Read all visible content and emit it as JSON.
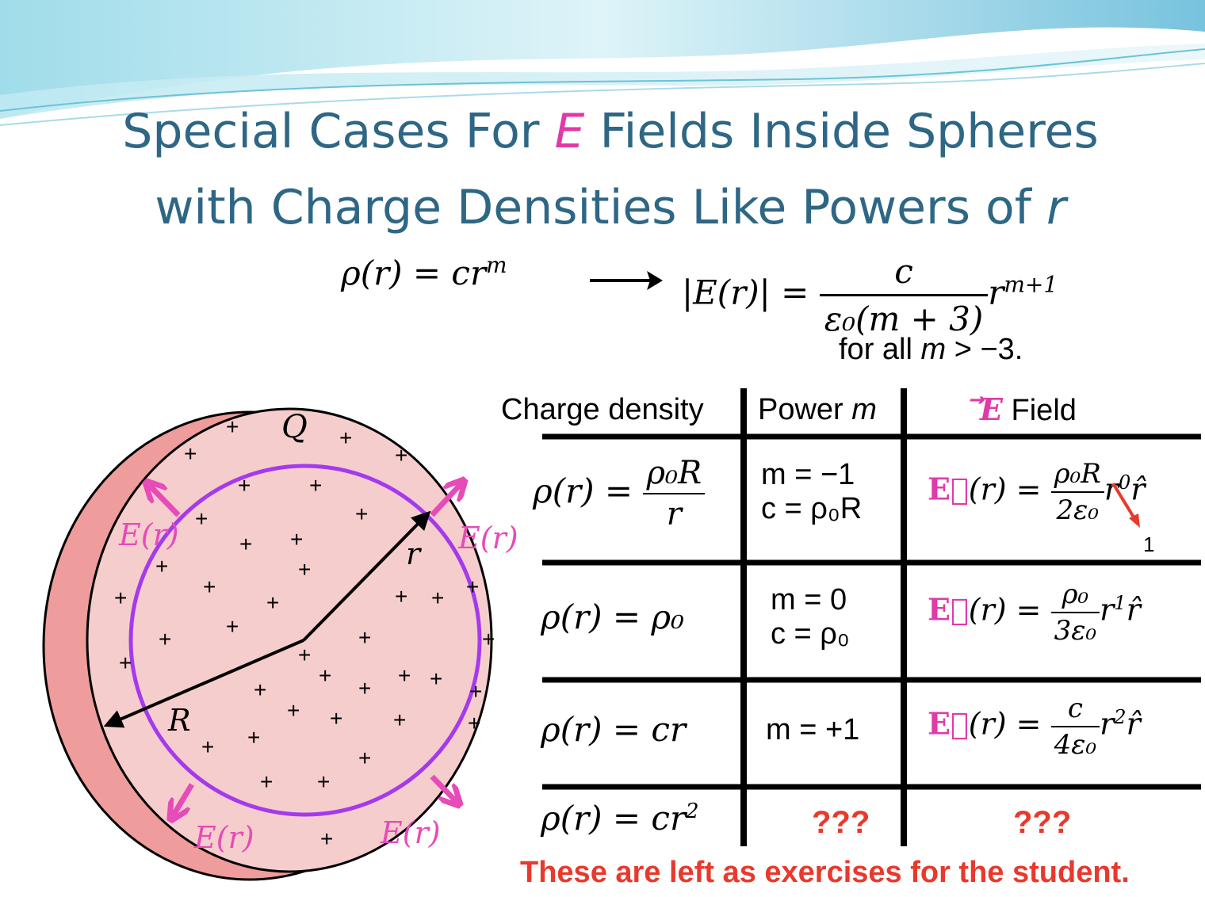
{
  "title": {
    "line1_before": "Special Cases For ",
    "line1_em": "E",
    "line1_after": " Fields Inside Spheres",
    "line2_before": "with Charge Densities Like Powers of ",
    "line2_em": "r"
  },
  "main_formula": {
    "lhs": "ρ(r) = cr",
    "lhs_exp": "m",
    "rhs_prefix": "|E(r)| = ",
    "numerator": "c",
    "denominator": "ε₀(m + 3)",
    "rhs_suffix": "r",
    "rhs_exp": "m+1",
    "condition_prefix": "for all ",
    "condition_var": "m",
    "condition_suffix": " > −3."
  },
  "sphere": {
    "charge_label": "Q",
    "outer_radius_label": "R",
    "inner_radius_label": "r",
    "field_label": "E(r)",
    "plus_sign": "+",
    "colors": {
      "fill": "#f6cdcd",
      "edge": "#ef9c9c",
      "inner_circle": "#a43aec",
      "field_arrow": "#e64bb8"
    }
  },
  "table": {
    "headers": [
      "Charge density",
      "Power ",
      "m",
      " Field"
    ],
    "header_e": "E",
    "rows": [
      {
        "rho_lhs": "ρ(r) = ",
        "rho_num": "ρ₀R",
        "rho_den": "r",
        "m_line1": "m = −1",
        "m_line2": "c = ρ₀R",
        "e_lhs": "(r) = ",
        "e_num": "ρ₀R",
        "e_den": "2ε₀",
        "e_r": "r",
        "e_exp": "0",
        "e_unit": "r̂",
        "note": "1"
      },
      {
        "rho_text": "ρ(r) = ρ₀",
        "m_line1": "m = 0",
        "m_line2": "c = ρ₀",
        "e_lhs": "(r) = ",
        "e_num": "ρ₀",
        "e_den": "3ε₀",
        "e_r": "r",
        "e_exp": "1",
        "e_unit": "r̂"
      },
      {
        "rho_text": "ρ(r) = cr",
        "m_line1": "m = +1",
        "e_lhs": "(r) = ",
        "e_num": "c",
        "e_den": "4ε₀",
        "e_r": "r",
        "e_exp": "2",
        "e_unit": "r̂"
      },
      {
        "rho_text": "ρ(r) = cr",
        "rho_exp": "2",
        "m_unknown": "???",
        "e_unknown": "???"
      }
    ]
  },
  "footer": "These are left as exercises for the student.",
  "colors": {
    "title": "#2e6785",
    "accent_pink": "#e03aa9",
    "exercise_red": "#e8392c"
  }
}
